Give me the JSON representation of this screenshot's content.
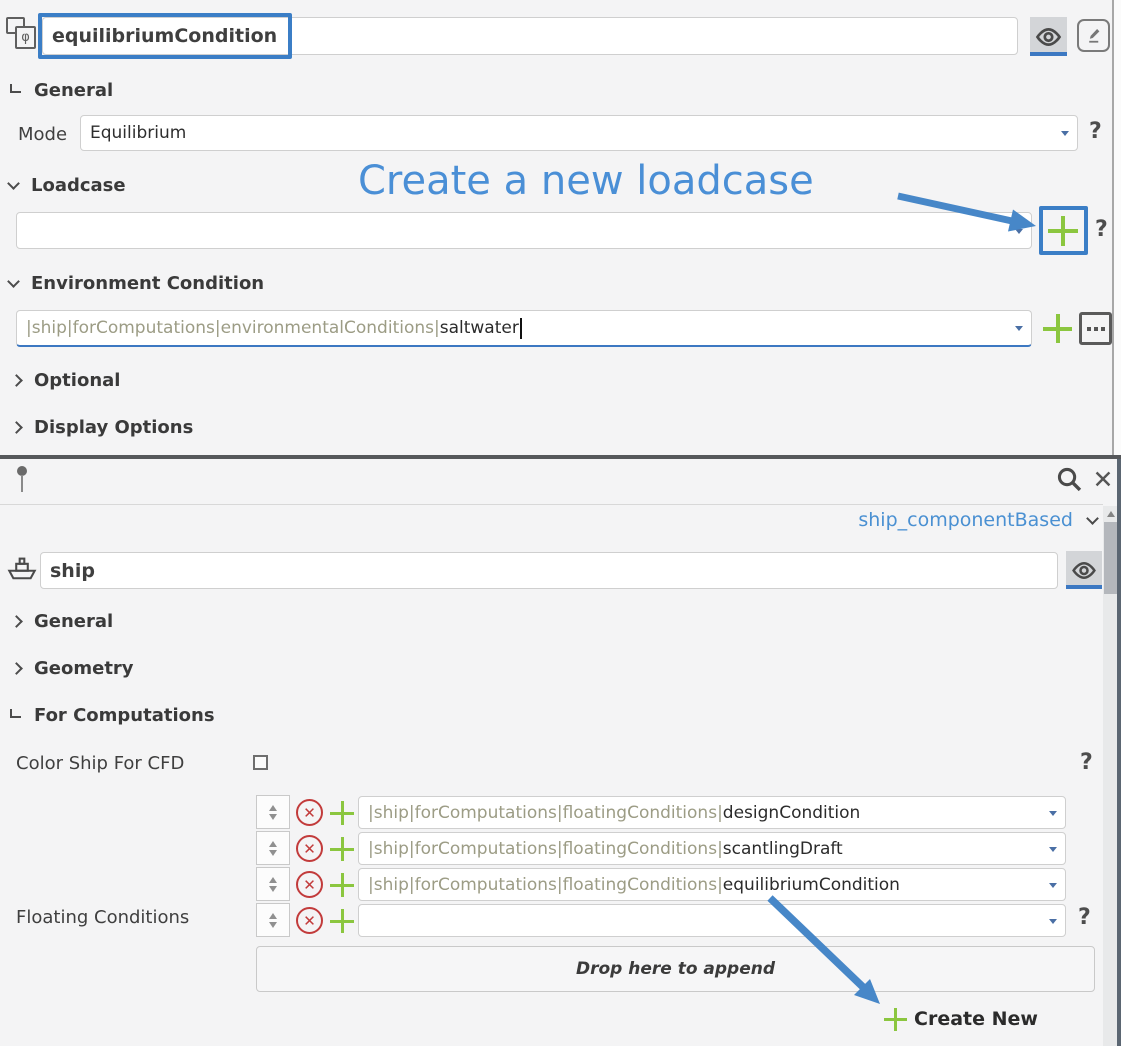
{
  "colors": {
    "accent_blue": "#3b7ec6",
    "annotation_blue": "#4a8fd6",
    "green": "#8bc63f",
    "red": "#c23b3b",
    "path_text": "#9c9c85",
    "underline_blue": "#3c78c2",
    "preset_blue": "#4a90d2"
  },
  "labels": {
    "help": "?",
    "close": "✕",
    "delete": "✕"
  },
  "annotations": {
    "loadcase_note": "Create a new loadcase"
  },
  "top_panel": {
    "name_input": {
      "value": "equilibriumCondition"
    },
    "sections": {
      "general": "General",
      "loadcase": "Loadcase",
      "environment": "Environment Condition",
      "optional": "Optional",
      "display_options": "Display Options"
    },
    "mode": {
      "label": "Mode",
      "value": "Equilibrium"
    },
    "loadcase_input": {
      "value": ""
    },
    "environment_input": {
      "path": "|ship|forComputations|environmentalConditions|",
      "value": "saltwater"
    }
  },
  "bottom_panel": {
    "preset_selector": {
      "value": "ship_componentBased"
    },
    "name_input": {
      "value": "ship"
    },
    "sections": {
      "general": "General",
      "geometry": "Geometry",
      "for_computations": "For Computations"
    },
    "color_ship_for_cfd": {
      "label": "Color Ship For CFD",
      "checked": false
    },
    "floating_conditions": {
      "label": "Floating Conditions",
      "rows": [
        {
          "path": "|ship|forComputations|floatingConditions|",
          "value": "designCondition"
        },
        {
          "path": "|ship|forComputations|floatingConditions|",
          "value": "scantlingDraft"
        },
        {
          "path": "|ship|forComputations|floatingConditions|",
          "value": "equilibriumCondition"
        },
        {
          "path": "",
          "value": ""
        }
      ],
      "drop_hint": "Drop here to append",
      "create_new": "Create New"
    }
  }
}
